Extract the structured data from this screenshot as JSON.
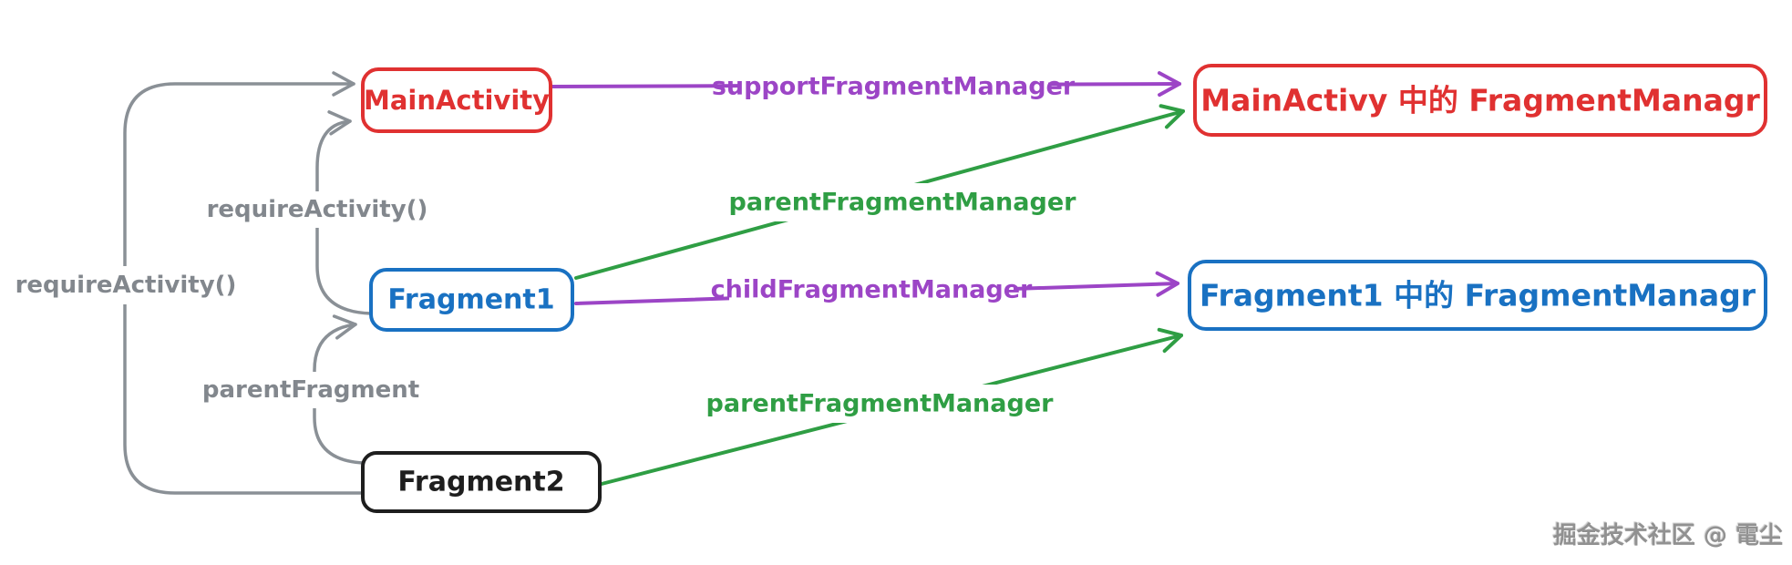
{
  "colors": {
    "red": "#e03131",
    "blue": "#1971c2",
    "black": "#1e1e1e",
    "green": "#2f9e44",
    "purple": "#9c45c6",
    "gray_connector": "#8a9096",
    "background": "#ffffff"
  },
  "nodes": {
    "main_activity": {
      "label": "MainActivity",
      "color": "#e03131"
    },
    "fragment1": {
      "label": "Fragment1",
      "color": "#1971c2"
    },
    "fragment2": {
      "label": "Fragment2",
      "color": "#1e1e1e"
    },
    "main_activity_fm": {
      "label": "MainActivy 中的 FragmentManagr",
      "color": "#e03131"
    },
    "fragment1_fm": {
      "label": "Fragment1 中的 FragmentManagr",
      "color": "#1971c2"
    }
  },
  "edges": {
    "support_fragment_manager": {
      "label": "supportFragmentManager",
      "color": "#9c45c6",
      "from": "main_activity",
      "to": "main_activity_fm"
    },
    "parent_fragment_manager_fragment1": {
      "label": "parentFragmentManager",
      "color": "#2f9e44",
      "from": "fragment1",
      "to": "main_activity_fm"
    },
    "child_fragment_manager": {
      "label": "childFragmentManager",
      "color": "#9c45c6",
      "from": "fragment1",
      "to": "fragment1_fm"
    },
    "parent_fragment_manager_fragment2": {
      "label": "parentFragmentManager",
      "color": "#2f9e44",
      "from": "fragment2",
      "to": "fragment1_fm"
    },
    "require_activity_fragment2": {
      "label": "requireActivity()",
      "color": "#8a9096",
      "from": "fragment2",
      "to": "main_activity"
    },
    "require_activity_fragment1": {
      "label": "requireActivity()",
      "color": "#8a9096",
      "from": "fragment1",
      "to": "main_activity"
    },
    "parent_fragment": {
      "label": "parentFragment",
      "color": "#8a9096",
      "from": "fragment2",
      "to": "fragment1"
    }
  },
  "watermark": {
    "text": "掘金技术社区 @ 電尘"
  }
}
